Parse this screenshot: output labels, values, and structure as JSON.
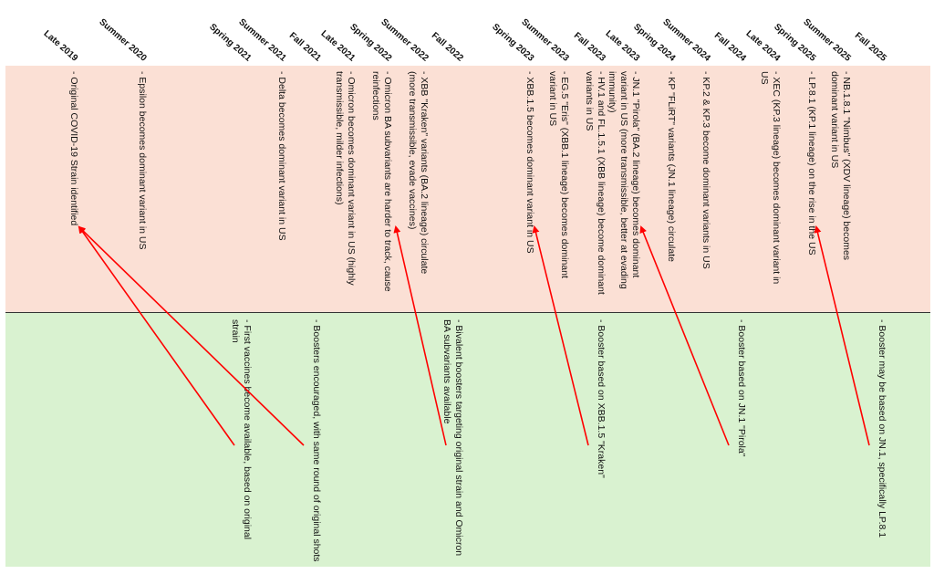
{
  "colors": {
    "variants_band": "#fbe0d5",
    "vaccines_band": "#d9f2d0",
    "arrow": "#ff0000"
  },
  "periods": [
    {
      "label": "Late 2019",
      "variant": "- Original COVID-19 Strain identified",
      "vaccine": ""
    },
    {
      "label": "Summer 2020",
      "variant": "- Epsilon becomes dominant variant in US",
      "vaccine": ""
    },
    {
      "label": "Spring 2021",
      "variant": "",
      "vaccine": "- First vaccines become available, based on original strain"
    },
    {
      "label": "Summer 2021",
      "variant": "- Delta becomes dominant variant in US",
      "vaccine": ""
    },
    {
      "label": "Fall 2021",
      "variant": "",
      "vaccine": "- Boosters encouraged, with same round of original shots"
    },
    {
      "label": "Late 2021",
      "variant": "- Omicron becomes dominant variant in US (highly transmissible, milder infections)",
      "vaccine": ""
    },
    {
      "label": "Spring 2022",
      "variant": "- Omicron BA subvariants are harder to track, cause reinfections",
      "vaccine": ""
    },
    {
      "label": "Summer 2022",
      "variant": "- XBB \"Kraken\" variants (BA.2 lineage) circulate (more transmissible, evade vaccines)",
      "vaccine": ""
    },
    {
      "label": "Fall 2022",
      "variant": "",
      "vaccine": "- Bivalent boosters targeting original strain and Omicron BA subvariants available"
    },
    {
      "label": "Spring 2023",
      "variant": "- XBB.1.5 becomes dominant variant in US",
      "vaccine": ""
    },
    {
      "label": "Summer 2023",
      "variant": "- EG.5 \"Eris\" (XBB.1 lineage) becomes dominant variant in US",
      "vaccine": ""
    },
    {
      "label": "Fall 2023",
      "variant": "- HV.1 and FL.1.5.1 (XBB lineage) become dominant variants in US",
      "vaccine": "- Booster based on XBB.1.5 \"Kraken\""
    },
    {
      "label": "Late 2023",
      "variant": "- JN.1 \"Pirola\" (BA.2 lineage) becomes dominant variant in US (more transmissible, better at evading immunity)",
      "vaccine": ""
    },
    {
      "label": "Spring 2024",
      "variant": "- KP \"FLiRT\" variants (JN.1 lineage) circulate",
      "vaccine": ""
    },
    {
      "label": "Summer 2024",
      "variant": "- KP.2 & KP.3 become dominant variants in US",
      "vaccine": ""
    },
    {
      "label": "Fall 2024",
      "variant": "",
      "vaccine": "- Booster based on JN.1 \"Pirola\""
    },
    {
      "label": "Late 2024",
      "variant": "- XEC (KP.3 lineage) becomes dominant variant in US",
      "vaccine": ""
    },
    {
      "label": "Spring 2025",
      "variant": "- LP.8.1 (KP.1 lineage) on the rise in the US",
      "vaccine": ""
    },
    {
      "label": "Summer 2025",
      "variant": "- NB.1.8.1 \"Nimbus\" (XDV lineage) becomes dominant variant in US",
      "vaccine": ""
    },
    {
      "label": "Fall 2025",
      "variant": "",
      "vaccine": "- Booster may be based on JN.1, specifically LP.8.1"
    }
  ],
  "connections": [
    {
      "vaccine_period": "Spring 2021",
      "targets_variant_of": "Late 2019"
    },
    {
      "vaccine_period": "Fall 2021",
      "targets_variant_of": "Late 2019"
    },
    {
      "vaccine_period": "Fall 2022",
      "targets_variant_of": "Spring 2022"
    },
    {
      "vaccine_period": "Fall 2023",
      "targets_variant_of": "Spring 2023"
    },
    {
      "vaccine_period": "Fall 2024",
      "targets_variant_of": "Late 2023"
    },
    {
      "vaccine_period": "Fall 2025",
      "targets_variant_of": "Spring 2025"
    }
  ]
}
